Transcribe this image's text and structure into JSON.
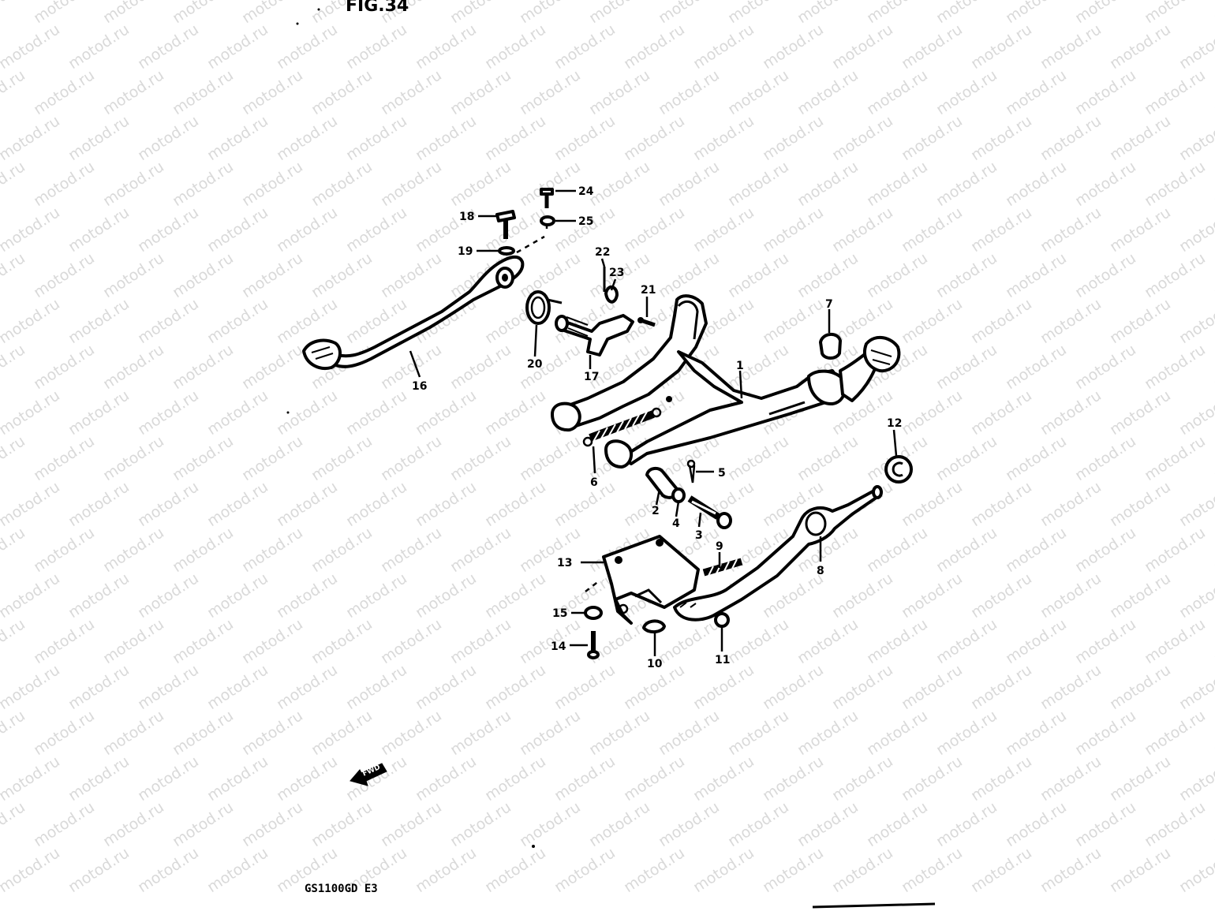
{
  "figure": {
    "title": "FIG.34",
    "model_code": "GS1100GD E3",
    "watermark": "motod.ru",
    "forward_marker": "FWD"
  },
  "callouts": [
    "1",
    "2",
    "3",
    "4",
    "5",
    "6",
    "7",
    "8",
    "9",
    "10",
    "11",
    "12",
    "13",
    "14",
    "15",
    "16",
    "17",
    "18",
    "19",
    "20",
    "21",
    "22",
    "23",
    "24",
    "25"
  ]
}
